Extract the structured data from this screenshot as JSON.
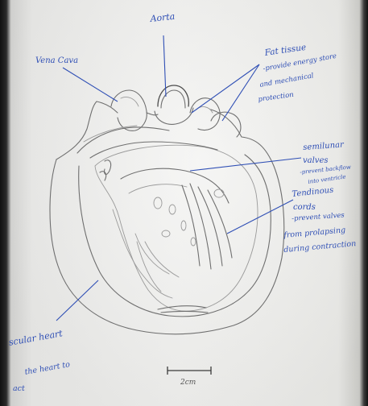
{
  "labels": {
    "aorta": "Aorta",
    "vena_cava": "Vena Cava",
    "fat_tissue": "Fat tissue",
    "fat_tissue_note_1": "-provide energy store",
    "fat_tissue_note_2": "and mechanical",
    "fat_tissue_note_3": "protection",
    "semilunar": "semilunar",
    "semilunar_2": "valves",
    "semilunar_note_1": "-prevent backflow",
    "semilunar_note_2": "into ventricle",
    "tendinous": "Tendinous",
    "tendinous_2": "cords",
    "tendinous_note_1": "-prevent valves",
    "tendinous_note_2": "from prolapsing",
    "tendinous_note_3": "during contraction",
    "muscular_heart": "scular heart",
    "muscular_note": "the heart to",
    "muscular_note_2": "act",
    "scale": "2cm"
  },
  "colors": {
    "ink": "#2f4fb5",
    "pencil": "#6f6f6f",
    "paper": "#efefed"
  }
}
